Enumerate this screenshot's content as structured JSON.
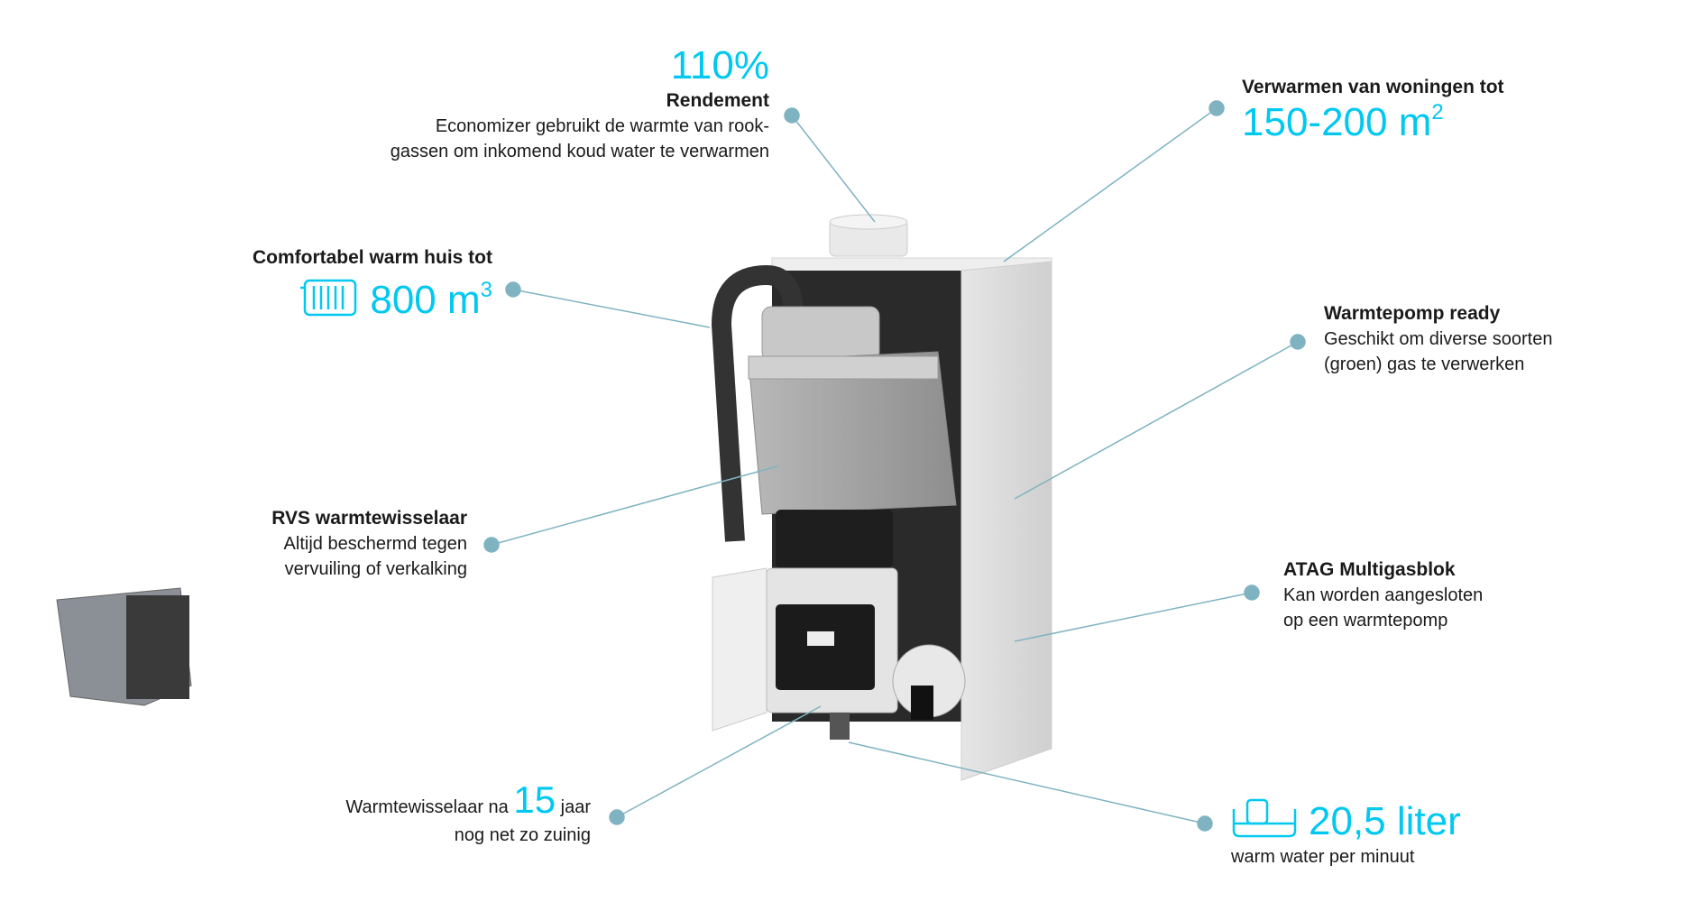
{
  "colors": {
    "accent": "#00c8f0",
    "callout": "#7fb3c2",
    "text": "#1a1a1a"
  },
  "callouts": {
    "efficiency": {
      "value": "110%",
      "title": "Rendement",
      "line1": "Economizer gebruikt de warmte van rook-",
      "line2": "gassen om inkomend koud water te verwarmen"
    },
    "heating": {
      "title": "Verwarmen van woningen tot",
      "value": "150-200 m",
      "sup": "2"
    },
    "comfort": {
      "title": "Comfortabel warm huis tot",
      "value": "800 m",
      "sup": "3",
      "icon": "radiator-icon"
    },
    "heatpump": {
      "title": "Warmtepomp ready",
      "line1": "Geschikt om diverse soorten",
      "line2": "(groen) gas te verwerken"
    },
    "exchanger": {
      "title": "RVS warmtewisselaar",
      "line1": "Altijd beschermd tegen",
      "line2": "vervuiling of verkalking"
    },
    "gasblock": {
      "title": "ATAG Multigasblok",
      "line1": "Kan worden aangesloten",
      "line2": "op een warmtepomp"
    },
    "durability": {
      "prefix": "Warmtewisselaar na",
      "value": "15",
      "suffix": "jaar",
      "line2": "nog net zo zuinig"
    },
    "hotwater": {
      "value": "20,5 liter",
      "line1": "warm water per minuut",
      "icon": "bathtub-icon"
    }
  }
}
